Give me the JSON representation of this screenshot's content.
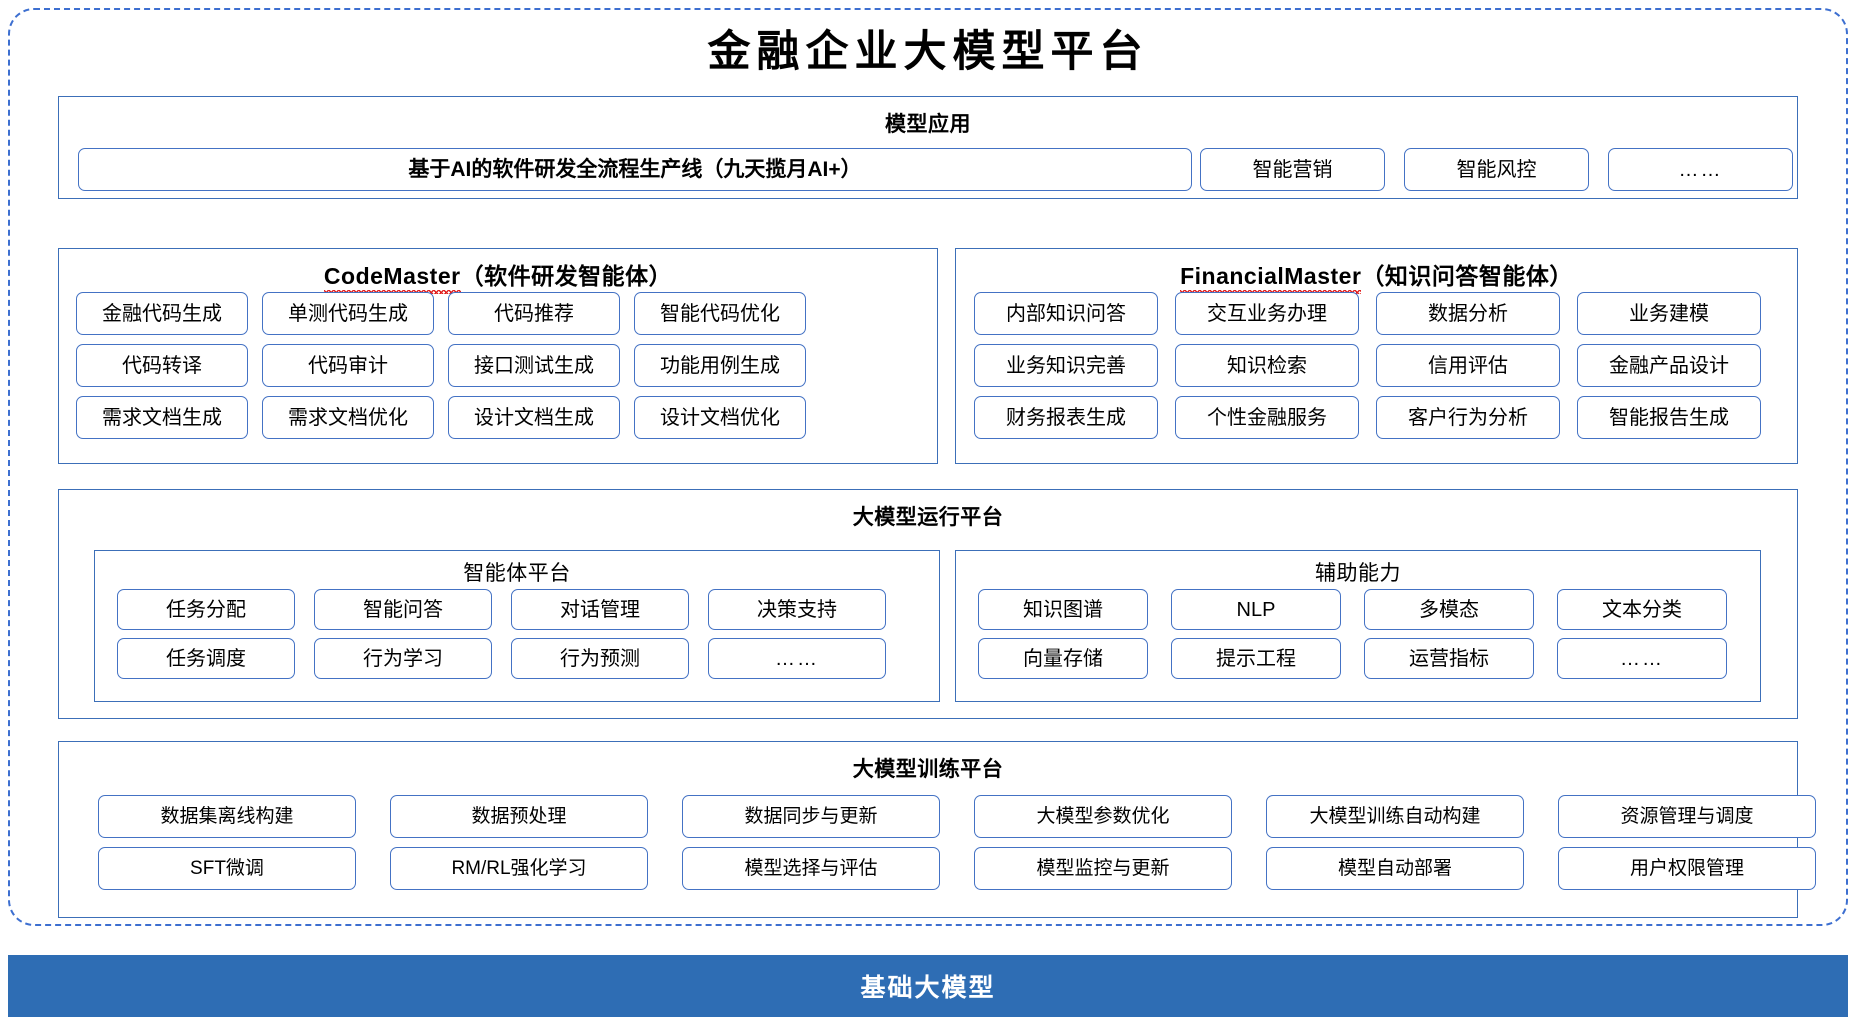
{
  "diagram": {
    "title": "金融企业大模型平台",
    "base_layer": "基础大模型",
    "colors": {
      "frame_border": "#3d6fd0",
      "panel_border": "#3c6fb8",
      "chip_border": "#4472c4",
      "base_bar_bg": "#2e6db4",
      "spellcheck": "#e02020"
    }
  },
  "model_application": {
    "title": "模型应用",
    "primary_item": "基于AI的软件研发全流程生产线（九天揽月AI+）",
    "items": [
      "智能营销",
      "智能风控",
      "……"
    ]
  },
  "code_master": {
    "name": "CodeMaster",
    "subtitle": "（软件研发智能体）",
    "items": [
      "金融代码生成",
      "单测代码生成",
      "代码推荐",
      "智能代码优化",
      "代码转译",
      "代码审计",
      "接口测试生成",
      "功能用例生成",
      "需求文档生成",
      "需求文档优化",
      "设计文档生成",
      "设计文档优化"
    ]
  },
  "financial_master": {
    "name": "FinancialMaster",
    "subtitle": "（知识问答智能体）",
    "items": [
      "内部知识问答",
      "交互业务办理",
      "数据分析",
      "业务建模",
      "业务知识完善",
      "知识检索",
      "信用评估",
      "金融产品设计",
      "财务报表生成",
      "个性金融服务",
      "客户行为分析",
      "智能报告生成"
    ]
  },
  "runtime_platform": {
    "title": "大模型运行平台",
    "agent_platform": {
      "title": "智能体平台",
      "items": [
        "任务分配",
        "智能问答",
        "对话管理",
        "决策支持",
        "任务调度",
        "行为学习",
        "行为预测",
        "……"
      ]
    },
    "support_capability": {
      "title": "辅助能力",
      "items": [
        "知识图谱",
        "NLP",
        "多模态",
        "文本分类",
        "向量存储",
        "提示工程",
        "运营指标",
        "……"
      ]
    }
  },
  "training_platform": {
    "title": "大模型训练平台",
    "items": [
      "数据集离线构建",
      "数据预处理",
      "数据同步与更新",
      "大模型参数优化",
      "大模型训练自动构建",
      "资源管理与调度",
      "SFT微调",
      "RM/RL强化学习",
      "模型选择与评估",
      "模型监控与更新",
      "模型自动部署",
      "用户权限管理"
    ]
  }
}
